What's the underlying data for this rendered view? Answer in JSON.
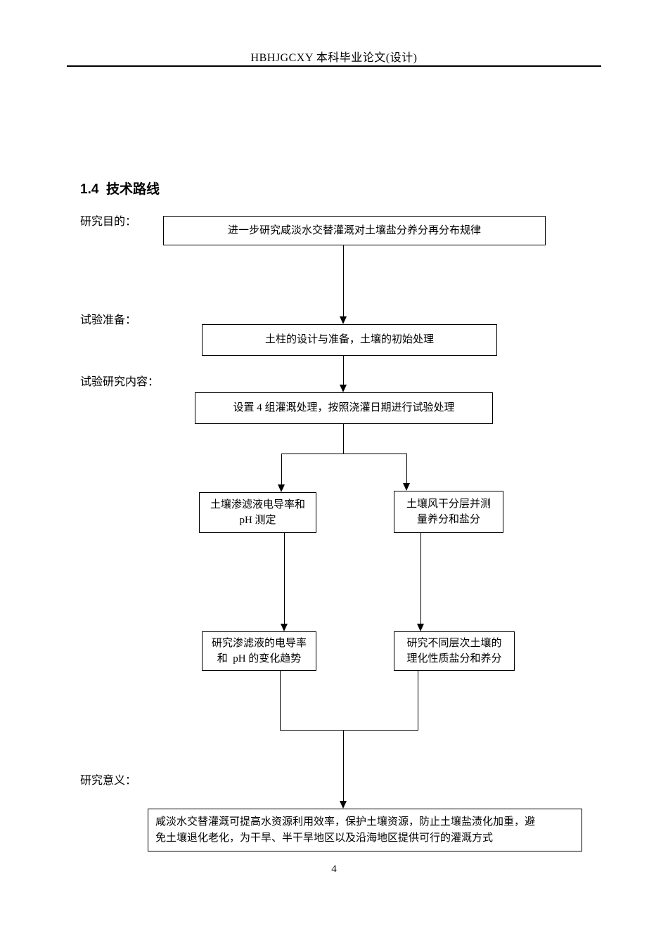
{
  "header": {
    "title": "HBHJGCXY 本科毕业论文(设计)"
  },
  "section": {
    "title": "1.4  技术路线"
  },
  "flowchart": {
    "labels": {
      "purpose": "研究目的：",
      "preparation": "试验准备：",
      "content": "试验研究内容：",
      "significance": "研究意义："
    },
    "boxes": {
      "goal": "进一步研究咸淡水交替灌溉对土壤盐分养分再分布规律",
      "prep": "土柱的设计与准备，土壤的初始处理",
      "treatment": "设置 4 组灌溉处理，按照浇灌日期进行试验处理",
      "measure_left": {
        "line1": "土壤渗滤液电导率和",
        "line2": "pH 测定"
      },
      "measure_right": {
        "line1": "土壤风干分层并测",
        "line2": "量养分和盐分"
      },
      "study_left": {
        "line1": "研究渗滤液的电导率",
        "line2": "和  pH 的变化趋势"
      },
      "study_right": {
        "line1": "研究不同层次土壤的",
        "line2": "理化性质盐分和养分"
      },
      "conclusion": {
        "line1": "咸淡水交替灌溉可提高水资源利用效率，保护土壤资源，防止土壤盐渍化加重，避",
        "line2": "免土壤退化老化，为干旱、半干旱地区以及沿海地区提供可行的灌溉方式"
      }
    }
  },
  "footer": {
    "page_number": "4"
  }
}
